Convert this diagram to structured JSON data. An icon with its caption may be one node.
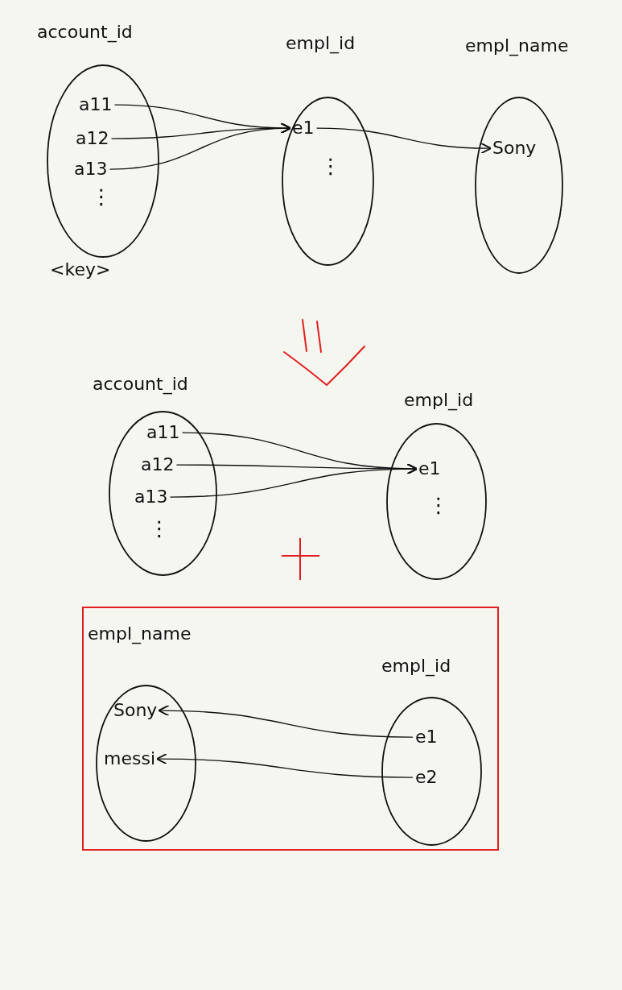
{
  "diagram": {
    "nodes": [
      {
        "text": [
          "account_id",
          "⋮"
        ],
        "beside": [
          "<key>"
        ]
      },
      {
        "text": [
          "a11"
        ],
        "in": 0
      },
      {
        "text": [
          "a12"
        ],
        "in": 0
      },
      {
        "text": [
          "a13"
        ],
        "in": 0
      },
      {
        "text": [
          "empl_id",
          "⋮"
        ]
      },
      {
        "text": [
          "e1"
        ],
        "in": 4
      },
      {
        "text": [
          "empl_name"
        ]
      },
      {
        "text": [
          "Sony"
        ],
        "in": 6
      },
      {
        "text": [
          "account_id",
          "⋮"
        ]
      },
      {
        "text": [
          "a11"
        ],
        "in": 8
      },
      {
        "text": [
          "a12"
        ],
        "in": 8
      },
      {
        "text": [
          "a13"
        ],
        "in": 8
      },
      {
        "text": [
          "empl_id",
          "⋮"
        ]
      },
      {
        "text": [
          "e1"
        ],
        "in": 12
      },
      {
        "text": [],
        "shape": "box"
      },
      {
        "text": [
          "empl_name"
        ],
        "in": 14
      },
      {
        "text": [
          "Sony"
        ],
        "in": 15
      },
      {
        "text": [
          "messi"
        ],
        "in": 15
      },
      {
        "text": [
          "empl_id"
        ],
        "in": 14
      },
      {
        "text": [
          "e1"
        ],
        "in": 18
      },
      {
        "text": [
          "e2"
        ],
        "in": 18
      }
    ],
    "edges": [
      {
        "from": 1,
        "to": 5,
        "arrow": "to"
      },
      {
        "from": 2,
        "to": 5,
        "arrow": "to"
      },
      {
        "from": 3,
        "to": 5,
        "arrow": "to"
      },
      {
        "from": 5,
        "to": 7,
        "arrow": "to"
      },
      {
        "from": 9,
        "to": 13,
        "arrow": "to"
      },
      {
        "from": 10,
        "to": 13,
        "arrow": "to"
      },
      {
        "from": 11,
        "to": 13,
        "arrow": "to"
      },
      {
        "from": 19,
        "to": 16,
        "arrow": "to"
      },
      {
        "from": 20,
        "to": 17,
        "arrow": "to"
      }
    ]
  }
}
